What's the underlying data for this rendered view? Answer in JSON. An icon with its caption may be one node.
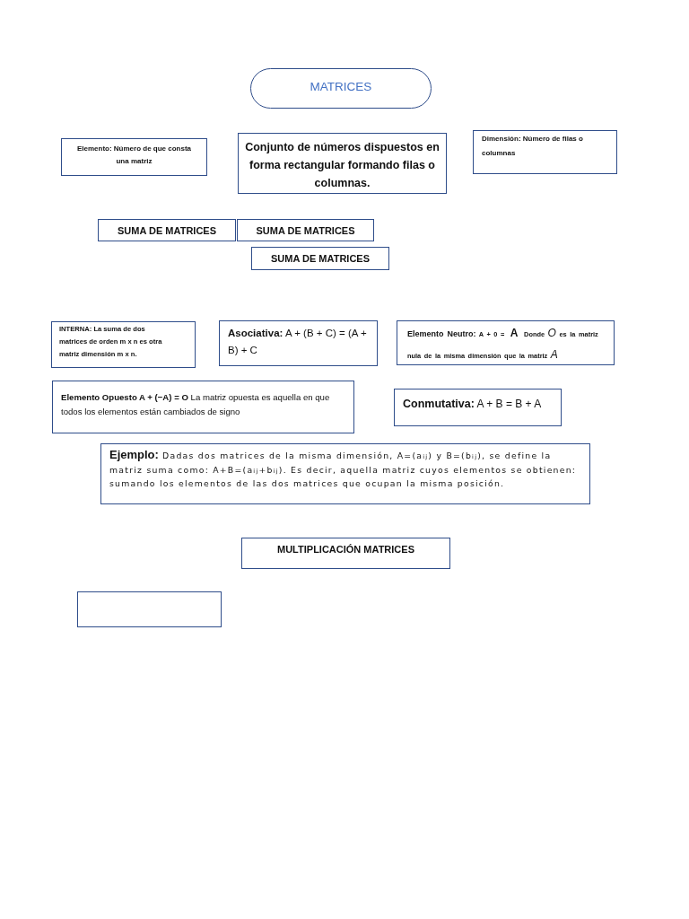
{
  "diagram": {
    "nodes": [
      {
        "text": [
          "MATRICES"
        ]
      },
      {
        "text": [
          "Elemento: Número de que consta una matriz"
        ]
      },
      {
        "text": [
          "Conjunto de números dispuestos en forma rectangular formando filas o columnas."
        ]
      },
      {
        "text": [
          "Dimensión: Número de filas o columnas"
        ]
      },
      {
        "text": [
          "SUMA DE MATRICES"
        ]
      },
      {
        "text": [
          "SUMA DE MATRICES"
        ]
      },
      {
        "text": [
          "SUMA DE MATRICES"
        ]
      },
      {
        "text": [
          "**INTERNA:** La suma de dos matrices de orden m x n es otra matriz dimensión m x n."
        ]
      },
      {
        "text": [
          "**Asociativa:** A + (B + C) = (A + B) + C"
        ]
      },
      {
        "text": [
          "**Elemento Neutro:** A + 0 = **A** Donde *O* es la matriz nula de la misma dimensión que la matriz *A*"
        ]
      },
      {
        "text": [
          "**Elemento Opuesto  A + (−A) = O** La matriz opuesta es aquella en que todos los elementos están cambiados de signo"
        ]
      },
      {
        "text": [
          "**Conmutativa:** A + B = B + A"
        ]
      },
      {
        "text": [
          "**Ejemplo:** Dadas dos matrices de la misma dimensión, A=(a$_{ij}$) y B=(b$_{ij}$), se define la matriz suma como: A+B=(a$_{ij}$+b$_{ij}$). Es decir, aquella matriz cuyos elementos se obtienen: sumando los elementos de las dos matrices que ocupan la misma posición."
        ]
      },
      {
        "text": [
          "MULTIPLICACIÓN MATRICES"
        ]
      },
      {
        "text": [],
        "shape": "box"
      }
    ]
  }
}
